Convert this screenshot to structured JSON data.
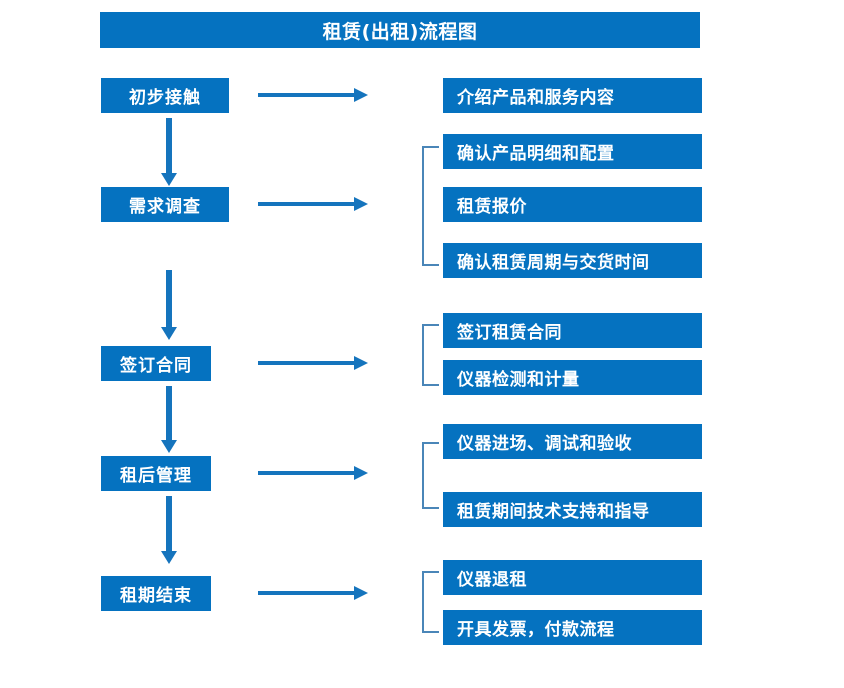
{
  "diagram": {
    "title": "租赁(出租)流程图",
    "accent_color": "#0572c0",
    "arrow_color": "#1574bd",
    "bracket_color": "#4a86b8"
  },
  "stages": [
    {
      "label": "初步接触"
    },
    {
      "label": "需求调查"
    },
    {
      "label": "签订合同"
    },
    {
      "label": "租后管理"
    },
    {
      "label": "租期结束"
    }
  ],
  "details": [
    {
      "label": "介绍产品和服务内容"
    },
    {
      "label": "确认产品明细和配置"
    },
    {
      "label": "租赁报价"
    },
    {
      "label": "确认租赁周期与交货时间"
    },
    {
      "label": "签订租赁合同"
    },
    {
      "label": "仪器检测和计量"
    },
    {
      "label": "仪器进场、调试和验收"
    },
    {
      "label": "租赁期间技术支持和指导"
    },
    {
      "label": "仪器退租"
    },
    {
      "label": "开具发票，付款流程"
    }
  ]
}
